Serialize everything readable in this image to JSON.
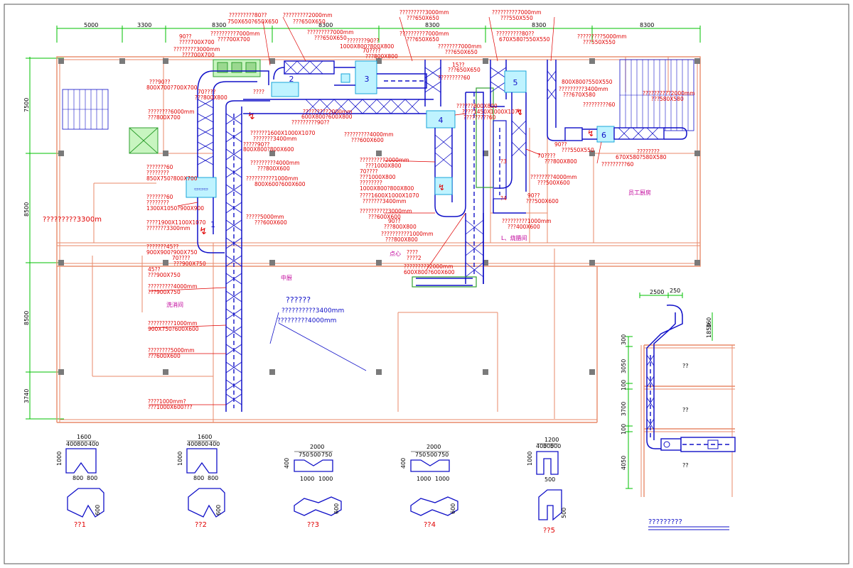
{
  "top_dims": [
    "5000",
    "3300",
    "8300",
    "8300",
    "8300",
    "8300",
    "8300"
  ],
  "left_dims": [
    "7500",
    "8500",
    "8500",
    "3740"
  ],
  "rooms": {
    "staff_kitchen": "员工厨房",
    "bbq_room": "L、烧腊间",
    "dim_sum": "点心",
    "central_kitchen": "中厨",
    "wash_room": "洗消间"
  },
  "duct_labels": [
    "?????????3300m",
    "??????????3400mm",
    "?????????4000mm",
    "??????",
    "1",
    "2",
    "3",
    "4",
    "5",
    "6",
    "?????????",
    "??5",
    "??1",
    "??2",
    "??3",
    "??4"
  ],
  "annotations": [
    "?????????80??",
    "750X650?650X650",
    "?????????2000mm",
    "???650X650",
    "?????????3000mm",
    "???650X650",
    "?????????7000mm",
    "???550X550",
    "90??",
    "????700X700",
    "?????????7000mm",
    "???700X700",
    "????????3000mm",
    "???700X700",
    "????????7000mm",
    "???650X650",
    "???????90??",
    "1000X800?800X800",
    "70????",
    "???800X800",
    "?????????7000mm",
    "???650X650",
    "???????7000mm",
    "???650X650",
    "15??",
    "???650X650",
    "?????????80??",
    "670X580?550X550",
    "?????????5000mm",
    "???550X550",
    "???90??",
    "800X700?700X700",
    "????????6000mm",
    "???800X700",
    "70????",
    "???800X800",
    "????",
    "?????????2000mm",
    "600X800?600X800",
    "?????????90??",
    "?????????60",
    "??????1600X1000X1070",
    "???????3400mm",
    "?????90??",
    "800X800?800X600",
    "?????????4000mm",
    "???600X600",
    "?????????4000mm",
    "???800X600",
    "???????60",
    "????????",
    "850X750?800X700",
    "??????????1000mm",
    "800X600?600X600",
    "???????60",
    "????????",
    "1300X1050?900X900",
    "?????5000mm",
    "???600X600",
    "????1900X1100X1070",
    "???????3300mm",
    "???????45??",
    "900X900?900X750",
    "70????",
    "???900X750",
    "45??",
    "???900X750",
    "?????????4000mm",
    "???900X750",
    "?????????1000mm",
    "900X750?600X600",
    "????????5000mm",
    "???600X600",
    "????1000mm?",
    "???1000X600???",
    "?????????2000mm",
    "???1000X800",
    "70????",
    "???1000X800",
    "????????",
    "1000X800?800X800",
    "????1600X1000X1070",
    "???????3400mm",
    "??????????3000mm",
    "???600X600",
    "90??",
    "???800X800",
    "??????????1000mm",
    "???800X800",
    "????",
    "????2",
    "?????????2000mm",
    "600X800?600X600",
    "??????800X800",
    "????1450X1000X1070",
    "?????????3400mm",
    "???670X580",
    "????????",
    "670X580?580X580",
    "?????????1000mm",
    "???400X600",
    "90??",
    "???500X600",
    "????????4000mm",
    "???500X600",
    "?????????60",
    "?????????60",
    "70????",
    "???800X800",
    "?3",
    "?4",
    "90??",
    "???550X550",
    "??????????2000mm",
    "???580X580",
    "?????????60",
    "800X800?550X550"
  ],
  "detail": {
    "dims_top": [
      "2500",
      "250"
    ],
    "dims_left": [
      "300",
      "3050",
      "100",
      "3700",
      "100",
      "4050"
    ],
    "dims_right": [
      "360",
      "1850"
    ],
    "floor_labels": [
      "??",
      "??",
      "??"
    ]
  },
  "fittings": [
    {
      "id": "??1",
      "top": "1600",
      "sub": [
        "400",
        "800",
        "400"
      ],
      "side": "1000",
      "bottom": [
        "800",
        "800"
      ],
      "foot": "600"
    },
    {
      "id": "??2",
      "top": "1600",
      "sub": [
        "400",
        "800",
        "400"
      ],
      "side": "1000",
      "bottom": [
        "800",
        "800"
      ],
      "foot": "600"
    },
    {
      "id": "??3",
      "top": "2000",
      "sub": [
        "750",
        "500",
        "750"
      ],
      "side": "400",
      "bottom": [
        "1000",
        "1000"
      ],
      "foot": "600"
    },
    {
      "id": "??4",
      "top": "2000",
      "sub": [
        "750",
        "500",
        "750"
      ],
      "side": "400",
      "bottom": [
        "1000",
        "1000"
      ],
      "foot": "600"
    },
    {
      "id": "??5",
      "top": "1200",
      "sub": [
        "400",
        "300",
        "500"
      ],
      "side": "1000",
      "bottom": [
        "500"
      ],
      "foot": "500"
    }
  ],
  "colors": {
    "duct": "#1010c8",
    "wall": "#e88a6a",
    "axis": "#00c000",
    "label": "#e00000",
    "room": "#c0009a",
    "column": "#7a7a7a"
  }
}
